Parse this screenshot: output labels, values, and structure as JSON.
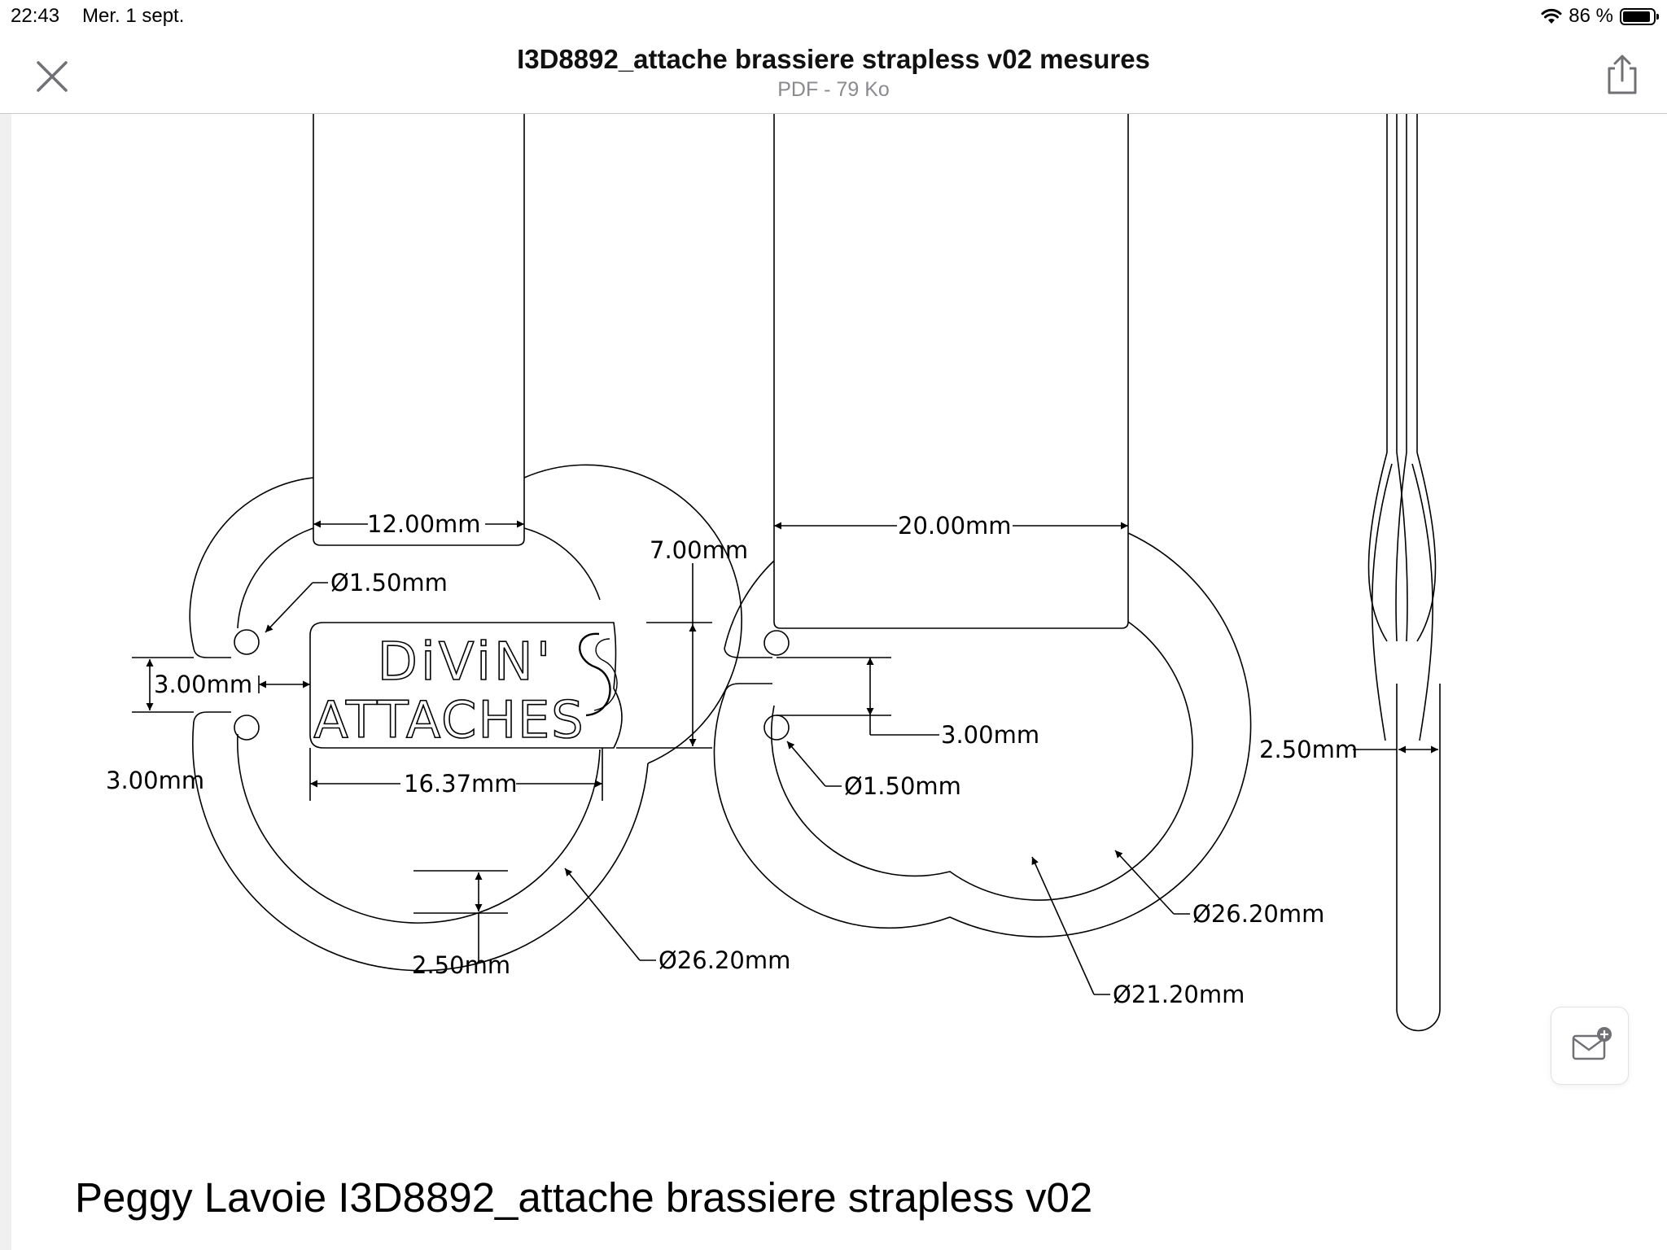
{
  "status_bar": {
    "time": "22:43",
    "date": "Mer. 1 sept.",
    "battery": "86 %",
    "battery_level": 0.86,
    "wifi_icon": "wifi-icon"
  },
  "nav_bar": {
    "title": "I3D8892_attache brassiere strapless v02 mesures",
    "subtitle": "PDF - 79 Ko",
    "close_icon": "close-icon",
    "share_icon": "share-icon"
  },
  "drawing": {
    "dimensions": {
      "width_left_strap": "12.00mm",
      "width_center_strap": "20.00mm",
      "height_logo": "7.00mm",
      "hole_left": "Ø1.50mm",
      "gap_left": "3.00mm",
      "side_left": "3.00mm",
      "logo_width": "16.37mm",
      "thickness_left": "2.50mm",
      "diameter_left": "Ø26.20mm",
      "gap_center": "3.00mm",
      "hole_center": "Ø1.50mm",
      "diameter_center_outer": "Ø26.20mm",
      "diameter_center_inner": "Ø21.20mm",
      "thickness_side": "2.50mm"
    },
    "logo": {
      "line1": "DiViN'",
      "line2": "ATTACHES"
    }
  },
  "footer": {
    "text": "Peggy Lavoie I3D8892_attache brassiere strapless v02"
  },
  "mail_button": {
    "icon": "compose-mail-icon"
  }
}
